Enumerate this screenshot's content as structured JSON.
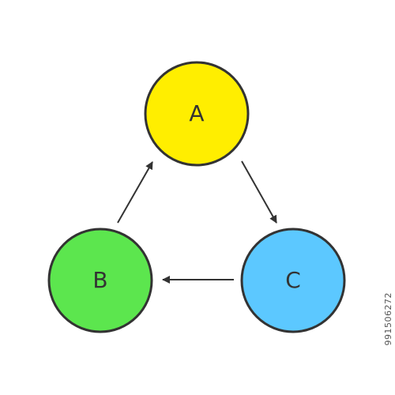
{
  "diagram": {
    "nodes": [
      {
        "id": "A",
        "label": "A",
        "color": "#FFEE00"
      },
      {
        "id": "B",
        "label": "B",
        "color": "#5CE64E"
      },
      {
        "id": "C",
        "label": "C",
        "color": "#5CC8FF"
      }
    ],
    "edges": [
      {
        "from": "A",
        "to": "C"
      },
      {
        "from": "C",
        "to": "B"
      },
      {
        "from": "B",
        "to": "A"
      }
    ],
    "stroke_color": "#333333"
  },
  "watermark_id": "991506272"
}
